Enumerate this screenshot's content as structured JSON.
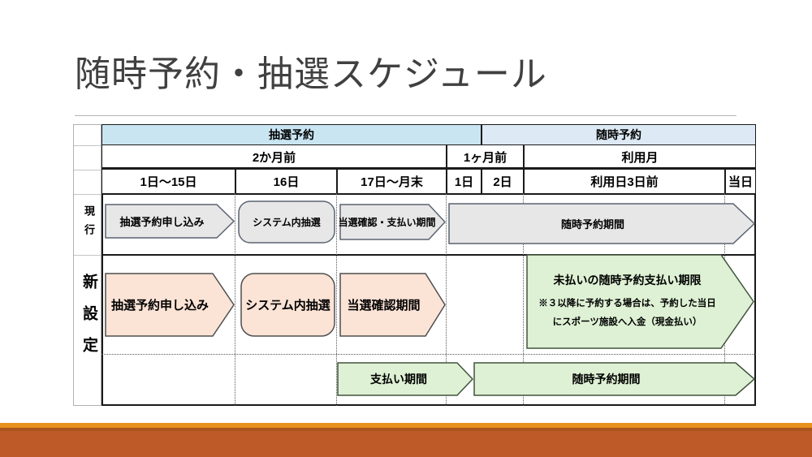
{
  "title": "随時予約・抽選スケジュール",
  "header": {
    "groups": [
      {
        "label": "抽選予約"
      },
      {
        "label": "随時予約"
      }
    ],
    "periods": [
      {
        "label": "2か月前"
      },
      {
        "label": "1ヶ月前"
      },
      {
        "label": "利用月"
      }
    ],
    "days": [
      {
        "label": "1日～15日"
      },
      {
        "label": "16日"
      },
      {
        "label": "17日～月末"
      },
      {
        "label": "1日"
      },
      {
        "label": "2日"
      },
      {
        "label": "利用日3日前"
      },
      {
        "label": "当日"
      }
    ]
  },
  "rows": {
    "current": {
      "label": "現行",
      "steps": [
        {
          "label": "抽選予約申し込み"
        },
        {
          "label": "システム内抽選"
        },
        {
          "label": "当選確認・支払い期間"
        },
        {
          "label": "随時予約期間"
        }
      ]
    },
    "new": {
      "label": "新設定",
      "steps": [
        {
          "label": "抽選予約申し込み"
        },
        {
          "label": "システム内抽選"
        },
        {
          "label": "当選確認期間"
        }
      ],
      "deadline": {
        "title": "未払いの随時予約支払い期限",
        "note": "※３以降に予約する場合は、予約した当日にスポーツ施設へ入金（現金払い）"
      },
      "bottom_steps": [
        {
          "label": "支払い期間"
        },
        {
          "label": "随時予約期間"
        }
      ]
    }
  },
  "colors": {
    "lottery_header_blue": "#c9e5f2",
    "anytime_header_blue": "#dde9f4",
    "current_fill": "#e8e7e7",
    "current_border": "#5a6472",
    "new_fill": "#fbe3d6",
    "new_border": "#4f4f4f",
    "green_fill": "#def1d4",
    "green_border": "#41543c",
    "footer_accent": "#e8911d",
    "footer_bar": "#bd5a28",
    "title_text": "#404040"
  }
}
